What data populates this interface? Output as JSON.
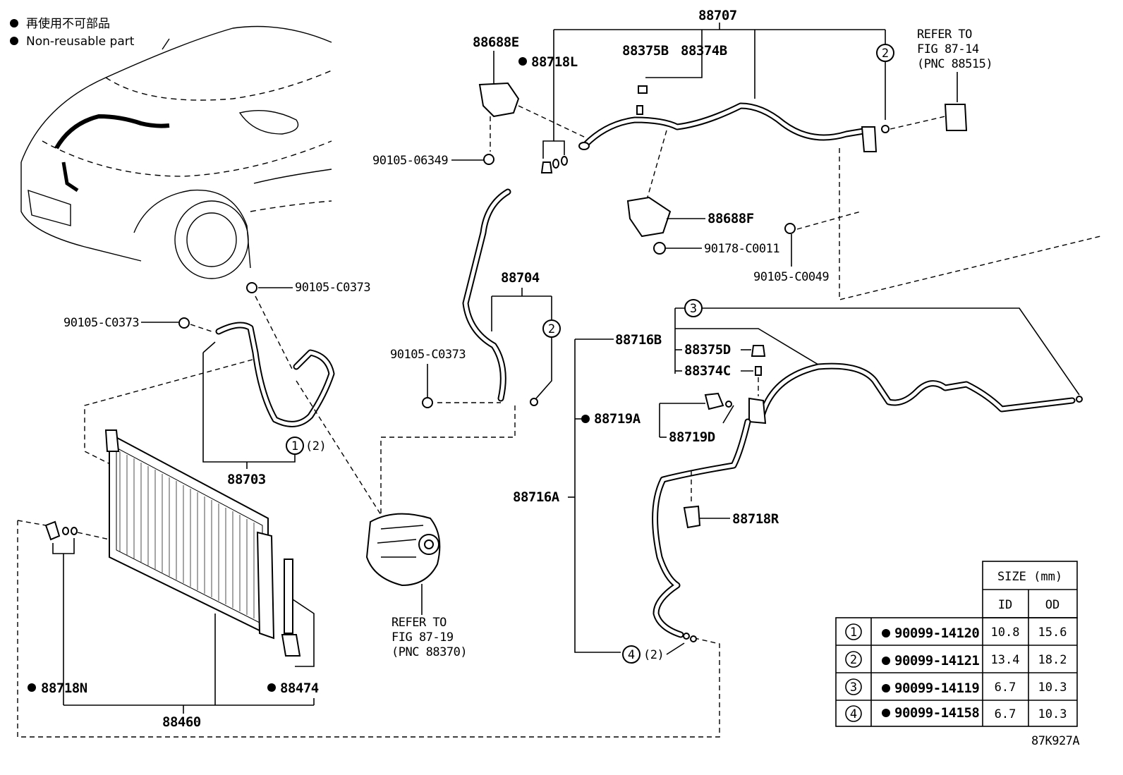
{
  "legend": {
    "line1": "再使用不可部品",
    "line2": "Non-reusable part"
  },
  "labels": {
    "l88707": "88707",
    "l88688E": "88688E",
    "l88718L": "88718L",
    "l88375B": "88375B",
    "l88374B": "88374B",
    "l90105_06349": "90105-06349",
    "l88688F": "88688F",
    "l90178_C0011": "90178-C0011",
    "l90105_C0049": "90105-C0049",
    "l90105_C0373_a": "90105-C0373",
    "l90105_C0373_b": "90105-C0373",
    "l90105_C0373_c": "90105-C0373",
    "l88704": "88704",
    "l88703": "88703",
    "l88716B": "88716B",
    "l88375D": "88375D",
    "l88374C": "88374C",
    "l88719A": "88719A",
    "l88719D": "88719D",
    "l88716A": "88716A",
    "l88718R": "88718R",
    "l88718N": "88718N",
    "l88474": "88474",
    "l88460": "88460",
    "fig_code": "87K927A"
  },
  "callouts": {
    "c1": "1",
    "c2a": "2",
    "c2b": "2",
    "c3": "3",
    "c4": "4",
    "qty1": "(2)",
    "qty4": "(2)"
  },
  "refers": {
    "r1": [
      "REFER TO",
      "FIG 87-14",
      "(PNC 88515)"
    ],
    "r2": [
      "REFER TO",
      "FIG 87-19",
      "(PNC 88370)"
    ]
  },
  "table": {
    "header_size": "SIZE (mm)",
    "header_id": "ID",
    "header_od": "OD",
    "rows": [
      {
        "num": "1",
        "part": "90099-14120",
        "id": "10.8",
        "od": "15.6"
      },
      {
        "num": "2",
        "part": "90099-14121",
        "id": "13.4",
        "od": "18.2"
      },
      {
        "num": "3",
        "part": "90099-14119",
        "id": "6.7",
        "od": "10.3"
      },
      {
        "num": "4",
        "part": "90099-14158",
        "id": "6.7",
        "od": "10.3"
      }
    ]
  }
}
